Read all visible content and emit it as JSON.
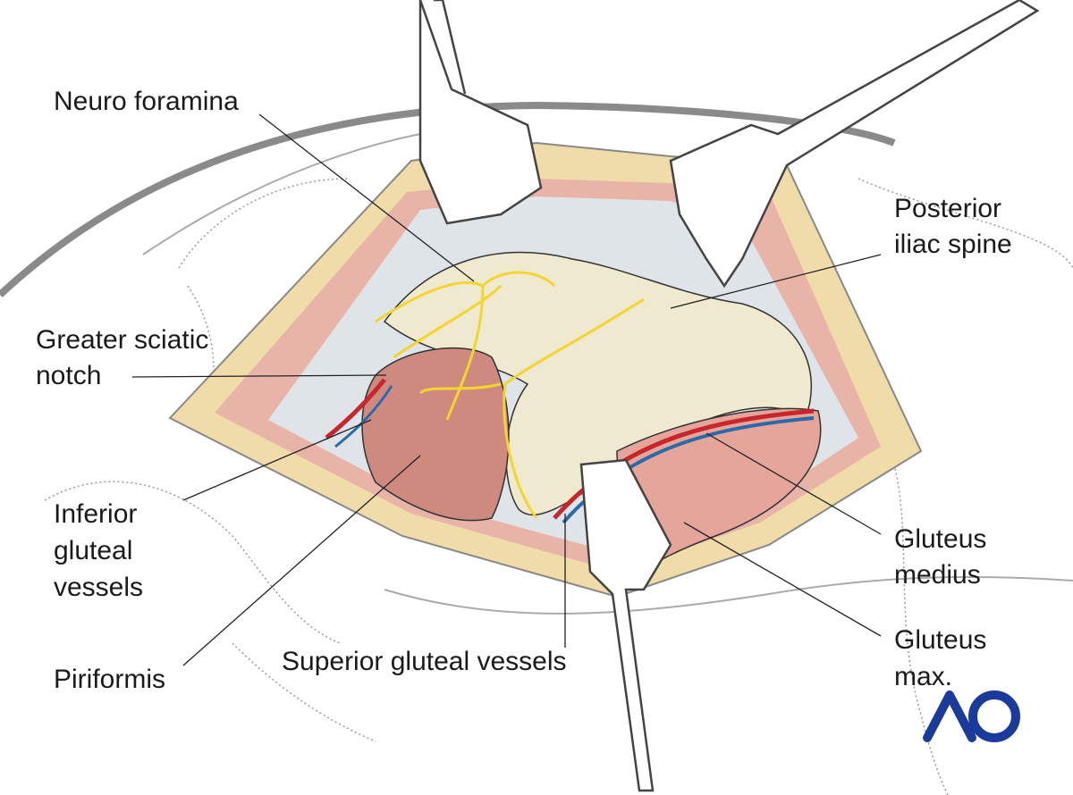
{
  "labels": {
    "neuro_foramina": "Neuro foramina",
    "posterior_iliac_spine": [
      "Posterior",
      "iliac spine"
    ],
    "greater_sciatic_notch": [
      "Greater sciatic",
      "notch"
    ],
    "inferior_gluteal_vessels": [
      "Inferior",
      "gluteal",
      "vessels"
    ],
    "piriformis": "Piriformis",
    "superior_gluteal_vessels": "Superior gluteal vessels",
    "gluteus_medius": [
      "Gluteus",
      "medius"
    ],
    "gluteus_max": [
      "Gluteus",
      "max."
    ]
  },
  "logo": {
    "text": "AO",
    "color": "#1a3a9c"
  },
  "colors": {
    "fat": "#f0dca8",
    "muscle": "#d9958a",
    "bone": "#efe9cf",
    "nerve": "#f2d52e",
    "artery": "#c8262b",
    "vein": "#2a6aa8"
  }
}
